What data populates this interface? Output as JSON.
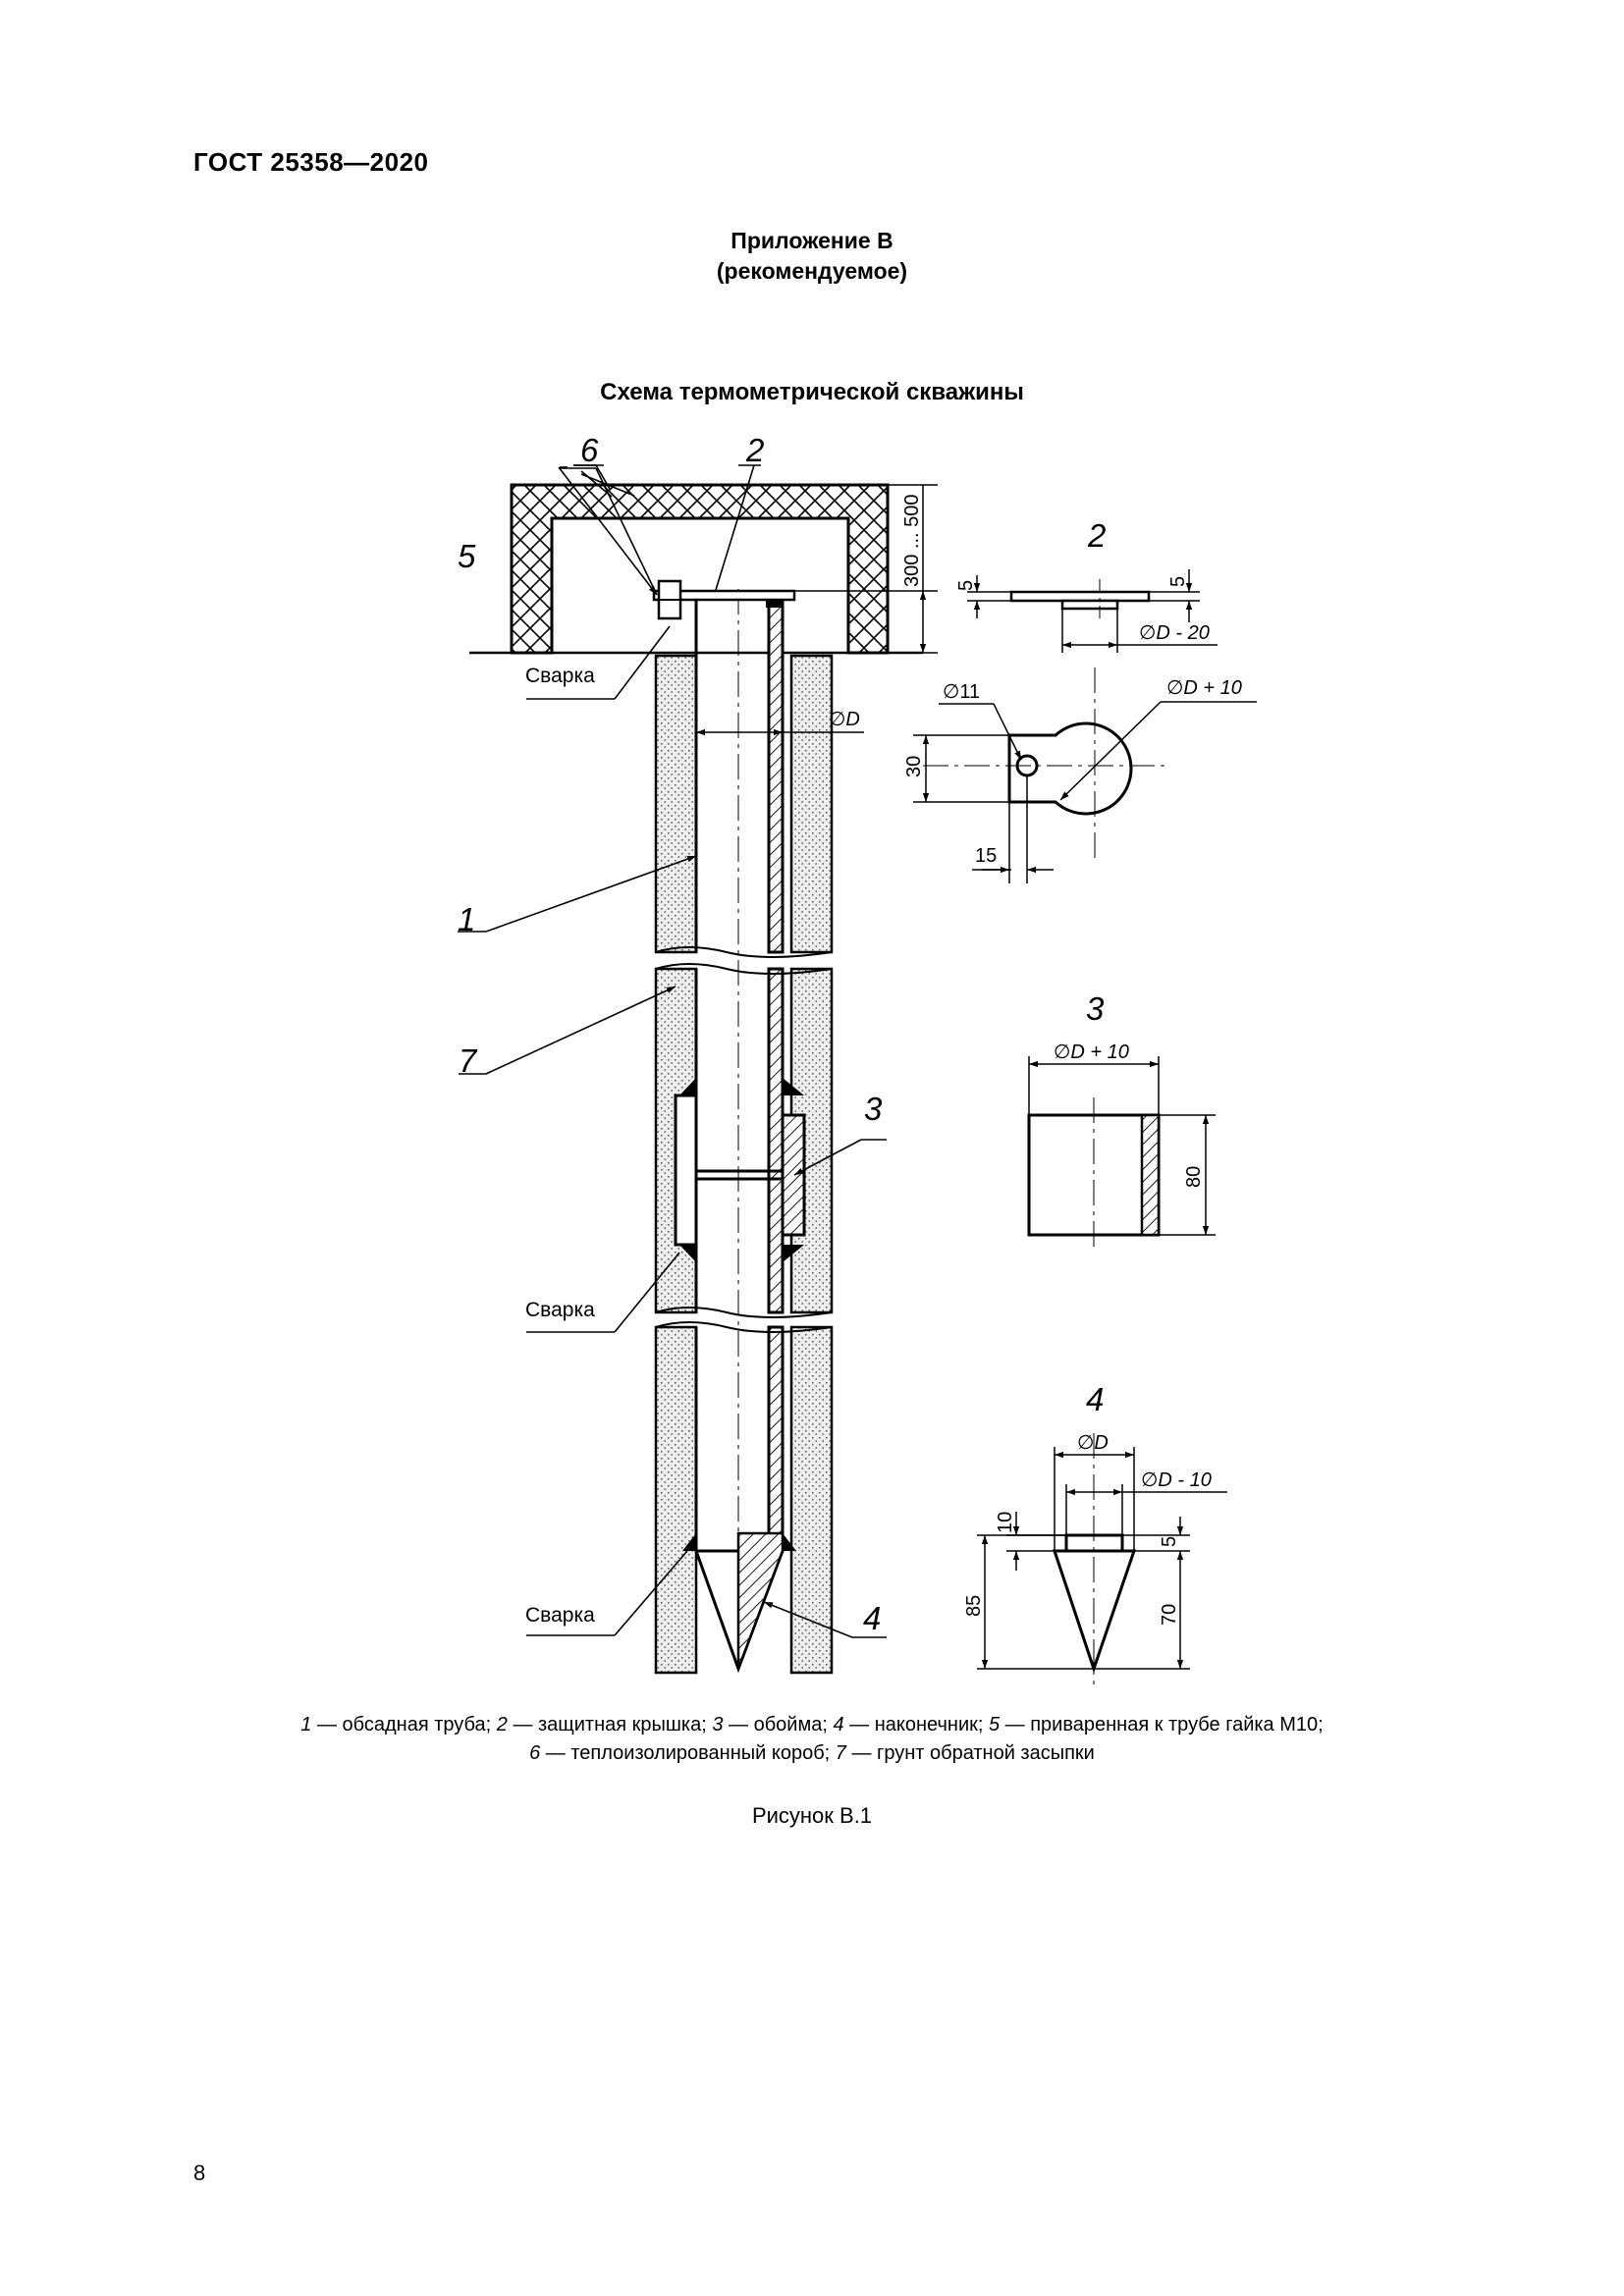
{
  "document": {
    "standard": "ГОСТ 25358—2020",
    "annex_title": "Приложение В",
    "annex_status": "(рекомендуемое)",
    "figure_title": "Схема термометрической скважины",
    "figure_caption": "Рисунок В.1",
    "page_number": "8"
  },
  "figure": {
    "callouts": {
      "n1": "1",
      "n2": "2",
      "n3": "3",
      "n4": "4",
      "n5": "5",
      "n6": "6",
      "n7": "7"
    },
    "weld_label": "Сварка",
    "detail_titles": {
      "d2": "2",
      "d3": "3",
      "d4": "4"
    },
    "dimensions": {
      "box_height": "300 ... 500",
      "pipe_diameter": "∅D",
      "cap_thickness_left": "5",
      "cap_thickness_right": "5",
      "cap_inner": "∅D - 20",
      "cap_hole": "∅11",
      "cap_outer": "∅D + 10",
      "cap_tab_height": "30",
      "cap_tab_width": "15",
      "sleeve_diameter": "∅D + 10",
      "sleeve_height": "80",
      "tip_diameter": "∅D",
      "tip_inner": "∅D - 10",
      "tip_collar": "10",
      "tip_step": "5",
      "tip_total": "85",
      "tip_cone": "70"
    }
  },
  "legend": {
    "items": [
      {
        "num": "1",
        "text": " — обсадная труба; "
      },
      {
        "num": "2",
        "text": " — защитная крышка; "
      },
      {
        "num": "3",
        "text": " — обойма; "
      },
      {
        "num": "4",
        "text": " — наконечник; "
      },
      {
        "num": "5",
        "text": " — приваренная к трубе гайка М10;"
      },
      {
        "num": "6",
        "text": " — теплоизолированный короб; "
      },
      {
        "num": "7",
        "text": " — грунт обратной засыпки"
      }
    ]
  }
}
